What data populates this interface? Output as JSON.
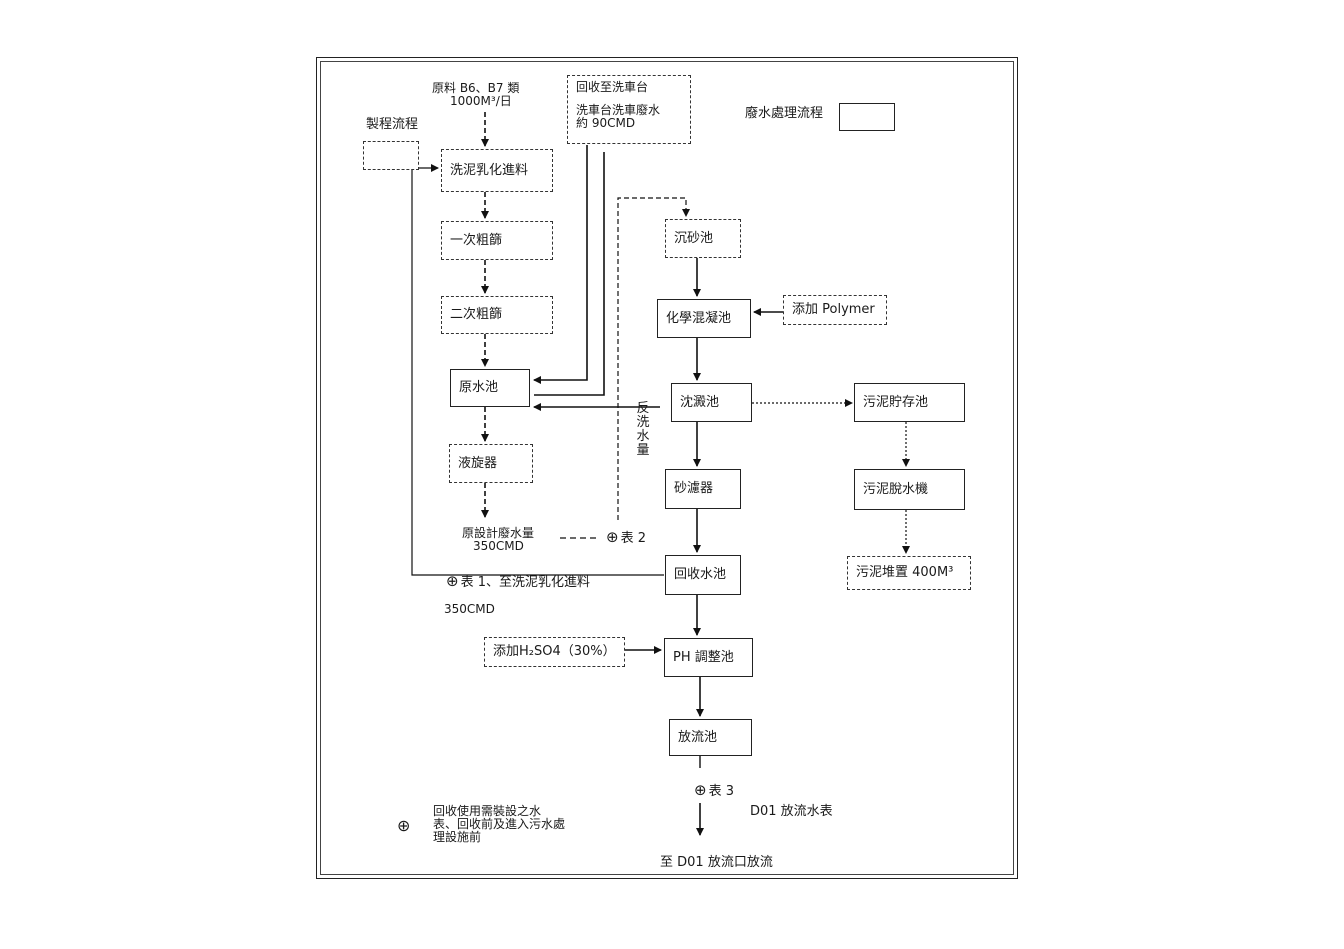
{
  "legend": {
    "process_flow": "製程流程",
    "wastewater_flow": "廢水處理流程"
  },
  "raw_material": {
    "line1": "原料 B6、B7 類",
    "line2": "1000M³/日"
  },
  "recycle_wash": {
    "line1": "回收至洗車台",
    "line2": "洗車台洗車廢水",
    "line3": "約 90CMD"
  },
  "process": {
    "wash": "洗泥乳化進料",
    "screen1": "一次粗篩",
    "screen2": "二次粗篩",
    "raw_tank": "原水池",
    "hydrocyclone": "液旋器"
  },
  "design_flow": {
    "line1": "原設計廢水量",
    "line2": "350CMD"
  },
  "meters": {
    "symbol": "⊕",
    "m1": "表 1、至洗泥乳化進料",
    "m1_flow": "350CMD",
    "m2": "表 2",
    "m3": "表 3"
  },
  "backwash": "反洗水量",
  "treatment": {
    "grit": "沉砂池",
    "coag": "化學混凝池",
    "polymer": "添加 Polymer",
    "sedim": "沈澱池",
    "sand_filter": "砂濾器",
    "recovery": "回收水池",
    "acid": "添加H₂SO4（30%）",
    "ph": "PH 調整池",
    "discharge": "放流池"
  },
  "sludge": {
    "storage": "污泥貯存池",
    "dewater": "污泥脫水機",
    "disposal": "污泥堆置 400M³"
  },
  "outlet": {
    "meter_label": "D01 放流水表",
    "final": "至 D01 放流口放流"
  },
  "note": {
    "line1": "回收使用需裝設之水",
    "line2": "表、回收前及進入污水處",
    "line3": "理設施前"
  }
}
